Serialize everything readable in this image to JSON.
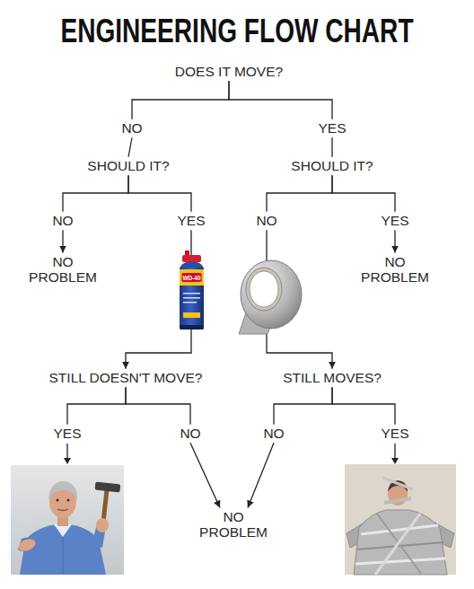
{
  "diagram": {
    "title": "ENGINEERING FLOW CHART",
    "nodes": [
      {
        "text": [
          "DOES IT MOVE?"
        ]
      },
      {
        "text": [
          "NO"
        ]
      },
      {
        "text": [
          "YES"
        ]
      },
      {
        "text": [
          "SHOULD IT?"
        ]
      },
      {
        "text": [
          "SHOULD IT?"
        ]
      },
      {
        "text": [
          "NO"
        ]
      },
      {
        "text": [
          "YES"
        ]
      },
      {
        "text": [
          "NO"
        ]
      },
      {
        "text": [
          "YES"
        ]
      },
      {
        "text": [
          "NO PROBLEM"
        ]
      },
      {
        "text": [
          "NO PROBLEM"
        ]
      },
      {
        "text": [
          "STILL DOESN'T MOVE?"
        ]
      },
      {
        "text": [
          "STILL MOVES?"
        ]
      },
      {
        "text": [
          "YES"
        ]
      },
      {
        "text": [
          "NO"
        ]
      },
      {
        "text": [
          "NO"
        ]
      },
      {
        "text": [
          "YES"
        ]
      },
      {
        "text": [
          "NO PROBLEM"
        ]
      }
    ],
    "edges": [
      {
        "from": 0,
        "to": 1,
        "arrow": "none"
      },
      {
        "from": 0,
        "to": 2,
        "arrow": "none"
      },
      {
        "from": 1,
        "to": 3,
        "arrow": "none"
      },
      {
        "from": 2,
        "to": 4,
        "arrow": "none"
      },
      {
        "from": 3,
        "to": 5,
        "arrow": "none"
      },
      {
        "from": 3,
        "to": 6,
        "arrow": "none"
      },
      {
        "from": 4,
        "to": 7,
        "arrow": "none"
      },
      {
        "from": 4,
        "to": 8,
        "arrow": "none"
      },
      {
        "from": 5,
        "to": 9,
        "arrow": "to"
      },
      {
        "from": 8,
        "to": 10,
        "arrow": "to"
      },
      {
        "from": 6,
        "to": 11,
        "arrow": "to"
      },
      {
        "from": 7,
        "to": 12,
        "arrow": "to"
      },
      {
        "from": 11,
        "to": 13,
        "arrow": "none"
      },
      {
        "from": 11,
        "to": 14,
        "arrow": "none"
      },
      {
        "from": 12,
        "to": 15,
        "arrow": "none"
      },
      {
        "from": 12,
        "to": 16,
        "arrow": "none"
      },
      {
        "from": 14,
        "to": 17,
        "arrow": "to"
      },
      {
        "from": 15,
        "to": 17,
        "arrow": "to"
      }
    ],
    "labels": [
      "WD-40"
    ]
  }
}
